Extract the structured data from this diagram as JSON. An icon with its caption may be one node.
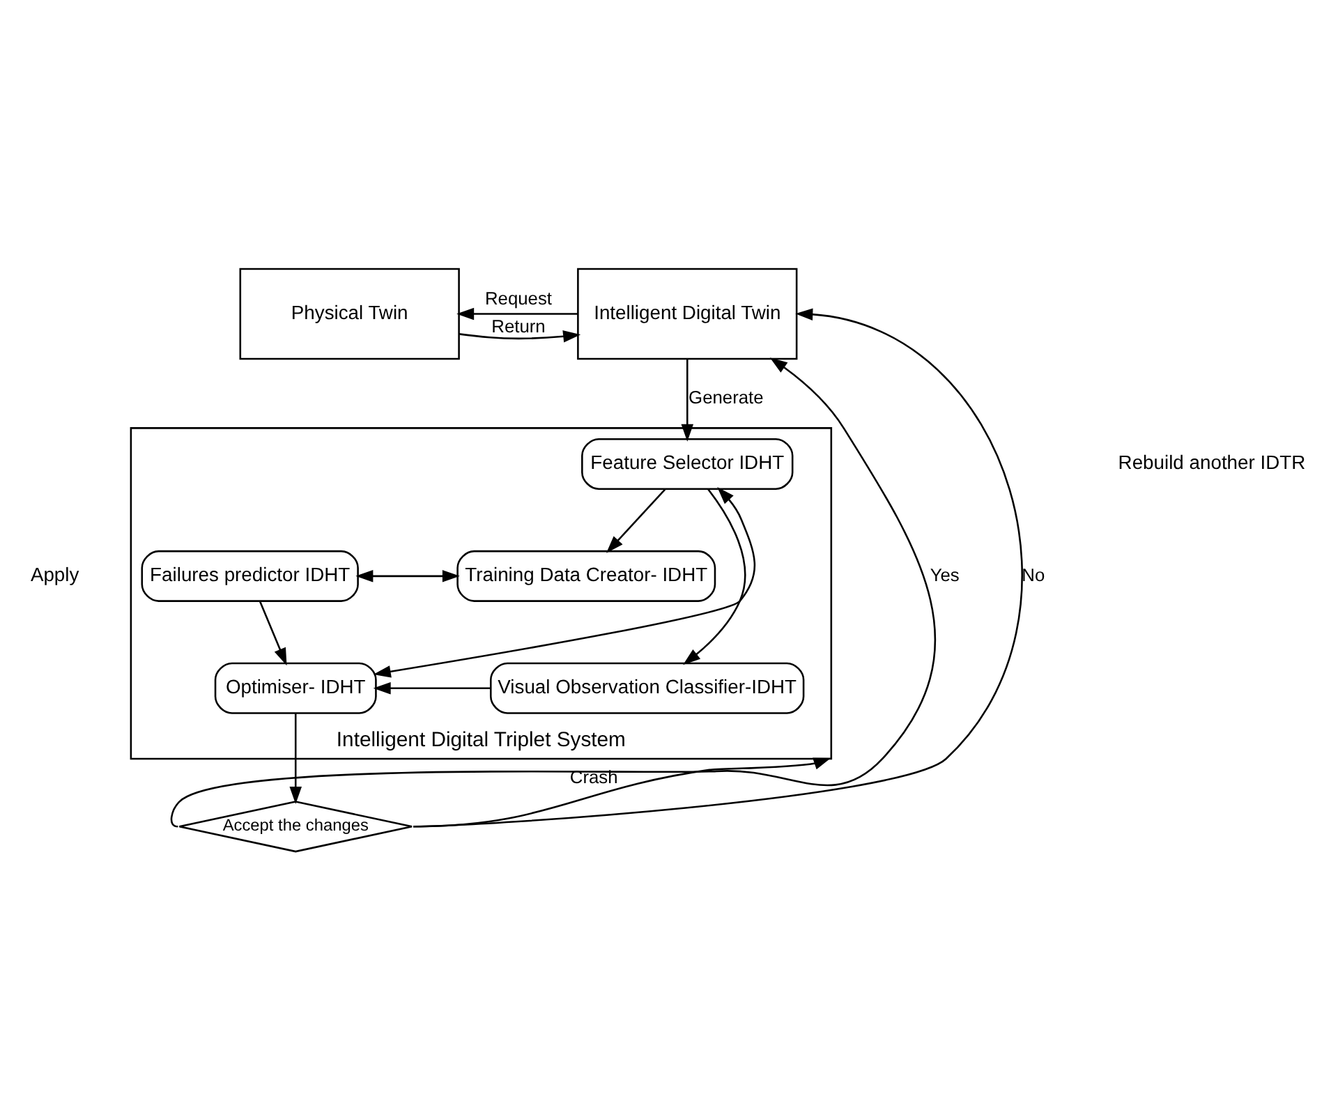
{
  "diagram": {
    "nodes": [
      {
        "text": [
          "Physical Twin"
        ]
      },
      {
        "text": [
          "Intelligent Digital Twin"
        ]
      },
      {
        "text": [
          "Intelligent Digital Triplet System"
        ]
      },
      {
        "text": [
          "Feature Selector IDHT"
        ],
        "in": 2
      },
      {
        "text": [
          "Failures predictor IDHT"
        ],
        "in": 2
      },
      {
        "text": [
          "Training Data Creator- IDHT"
        ],
        "in": 2
      },
      {
        "text": [
          "Optimiser- IDHT"
        ],
        "in": 2
      },
      {
        "text": [
          "Visual Observation Classifier-IDHT"
        ],
        "in": 2
      },
      {
        "text": [
          "Accept the changes"
        ]
      }
    ],
    "edges": [
      {
        "from": 1,
        "to": 0,
        "arrow": "to",
        "label": "Request"
      },
      {
        "from": 0,
        "to": 1,
        "arrow": "to",
        "label": "Return"
      },
      {
        "from": 1,
        "to": 3,
        "arrow": "to",
        "label": "Generate"
      },
      {
        "from": 3,
        "to": 5,
        "arrow": "to"
      },
      {
        "from": 3,
        "to": 7,
        "arrow": "to"
      },
      {
        "from": 5,
        "to": 4,
        "arrow": "both"
      },
      {
        "from": 4,
        "to": 6,
        "arrow": "to"
      },
      {
        "from": 7,
        "to": 6,
        "arrow": "to"
      },
      {
        "from": 6,
        "to": 3,
        "arrow": "both"
      },
      {
        "from": 6,
        "to": 8,
        "arrow": "to"
      },
      {
        "from": 8,
        "to": 1,
        "arrow": "to",
        "label": "Yes"
      },
      {
        "from": 8,
        "to": 1,
        "arrow": "to",
        "label": "No"
      },
      {
        "from": 8,
        "to": 2,
        "arrow": "to",
        "label": "Crash"
      }
    ],
    "labels": [
      "Apply",
      "Rebuild another IDTR"
    ]
  }
}
